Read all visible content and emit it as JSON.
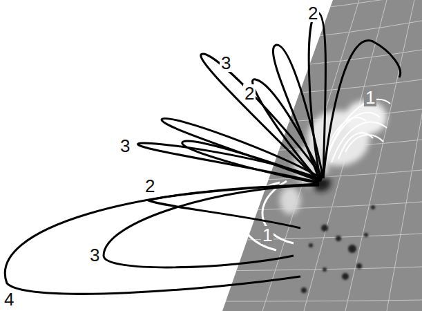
{
  "diagram": {
    "labels": [
      "2",
      "3",
      "2",
      "1",
      "3",
      "2",
      "1",
      "3",
      "4"
    ]
  }
}
